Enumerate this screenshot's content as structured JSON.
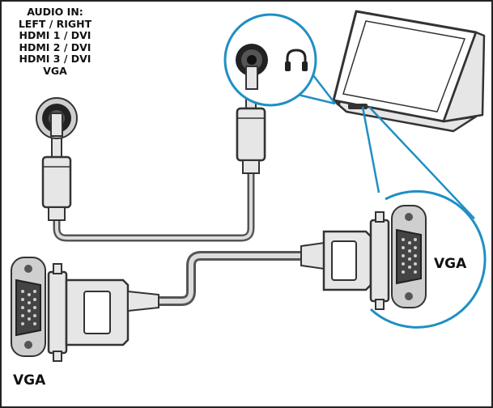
{
  "tv_labels": {
    "audio_in": "AUDIO IN:",
    "left_right": "LEFT / RIGHT",
    "hdmi1": "HDMI 1 / DVI",
    "hdmi2": "HDMI 2 / DVI",
    "hdmi3": "HDMI 3 / DVI",
    "vga_top": "VGA"
  },
  "vga_port_label_right": "VGA",
  "vga_port_label_left": "VGA",
  "icons": [
    "headphone-icon",
    "audio-jack-icon",
    "laptop-icon",
    "vga-connector-icon",
    "vga-port-icon"
  ],
  "colors": {
    "callout": "#1f8fc4",
    "cable": "#555555",
    "cable_inner": "#d9d9d9",
    "connector_dark": "#333333",
    "connector_fill": "#e6e6e6"
  }
}
